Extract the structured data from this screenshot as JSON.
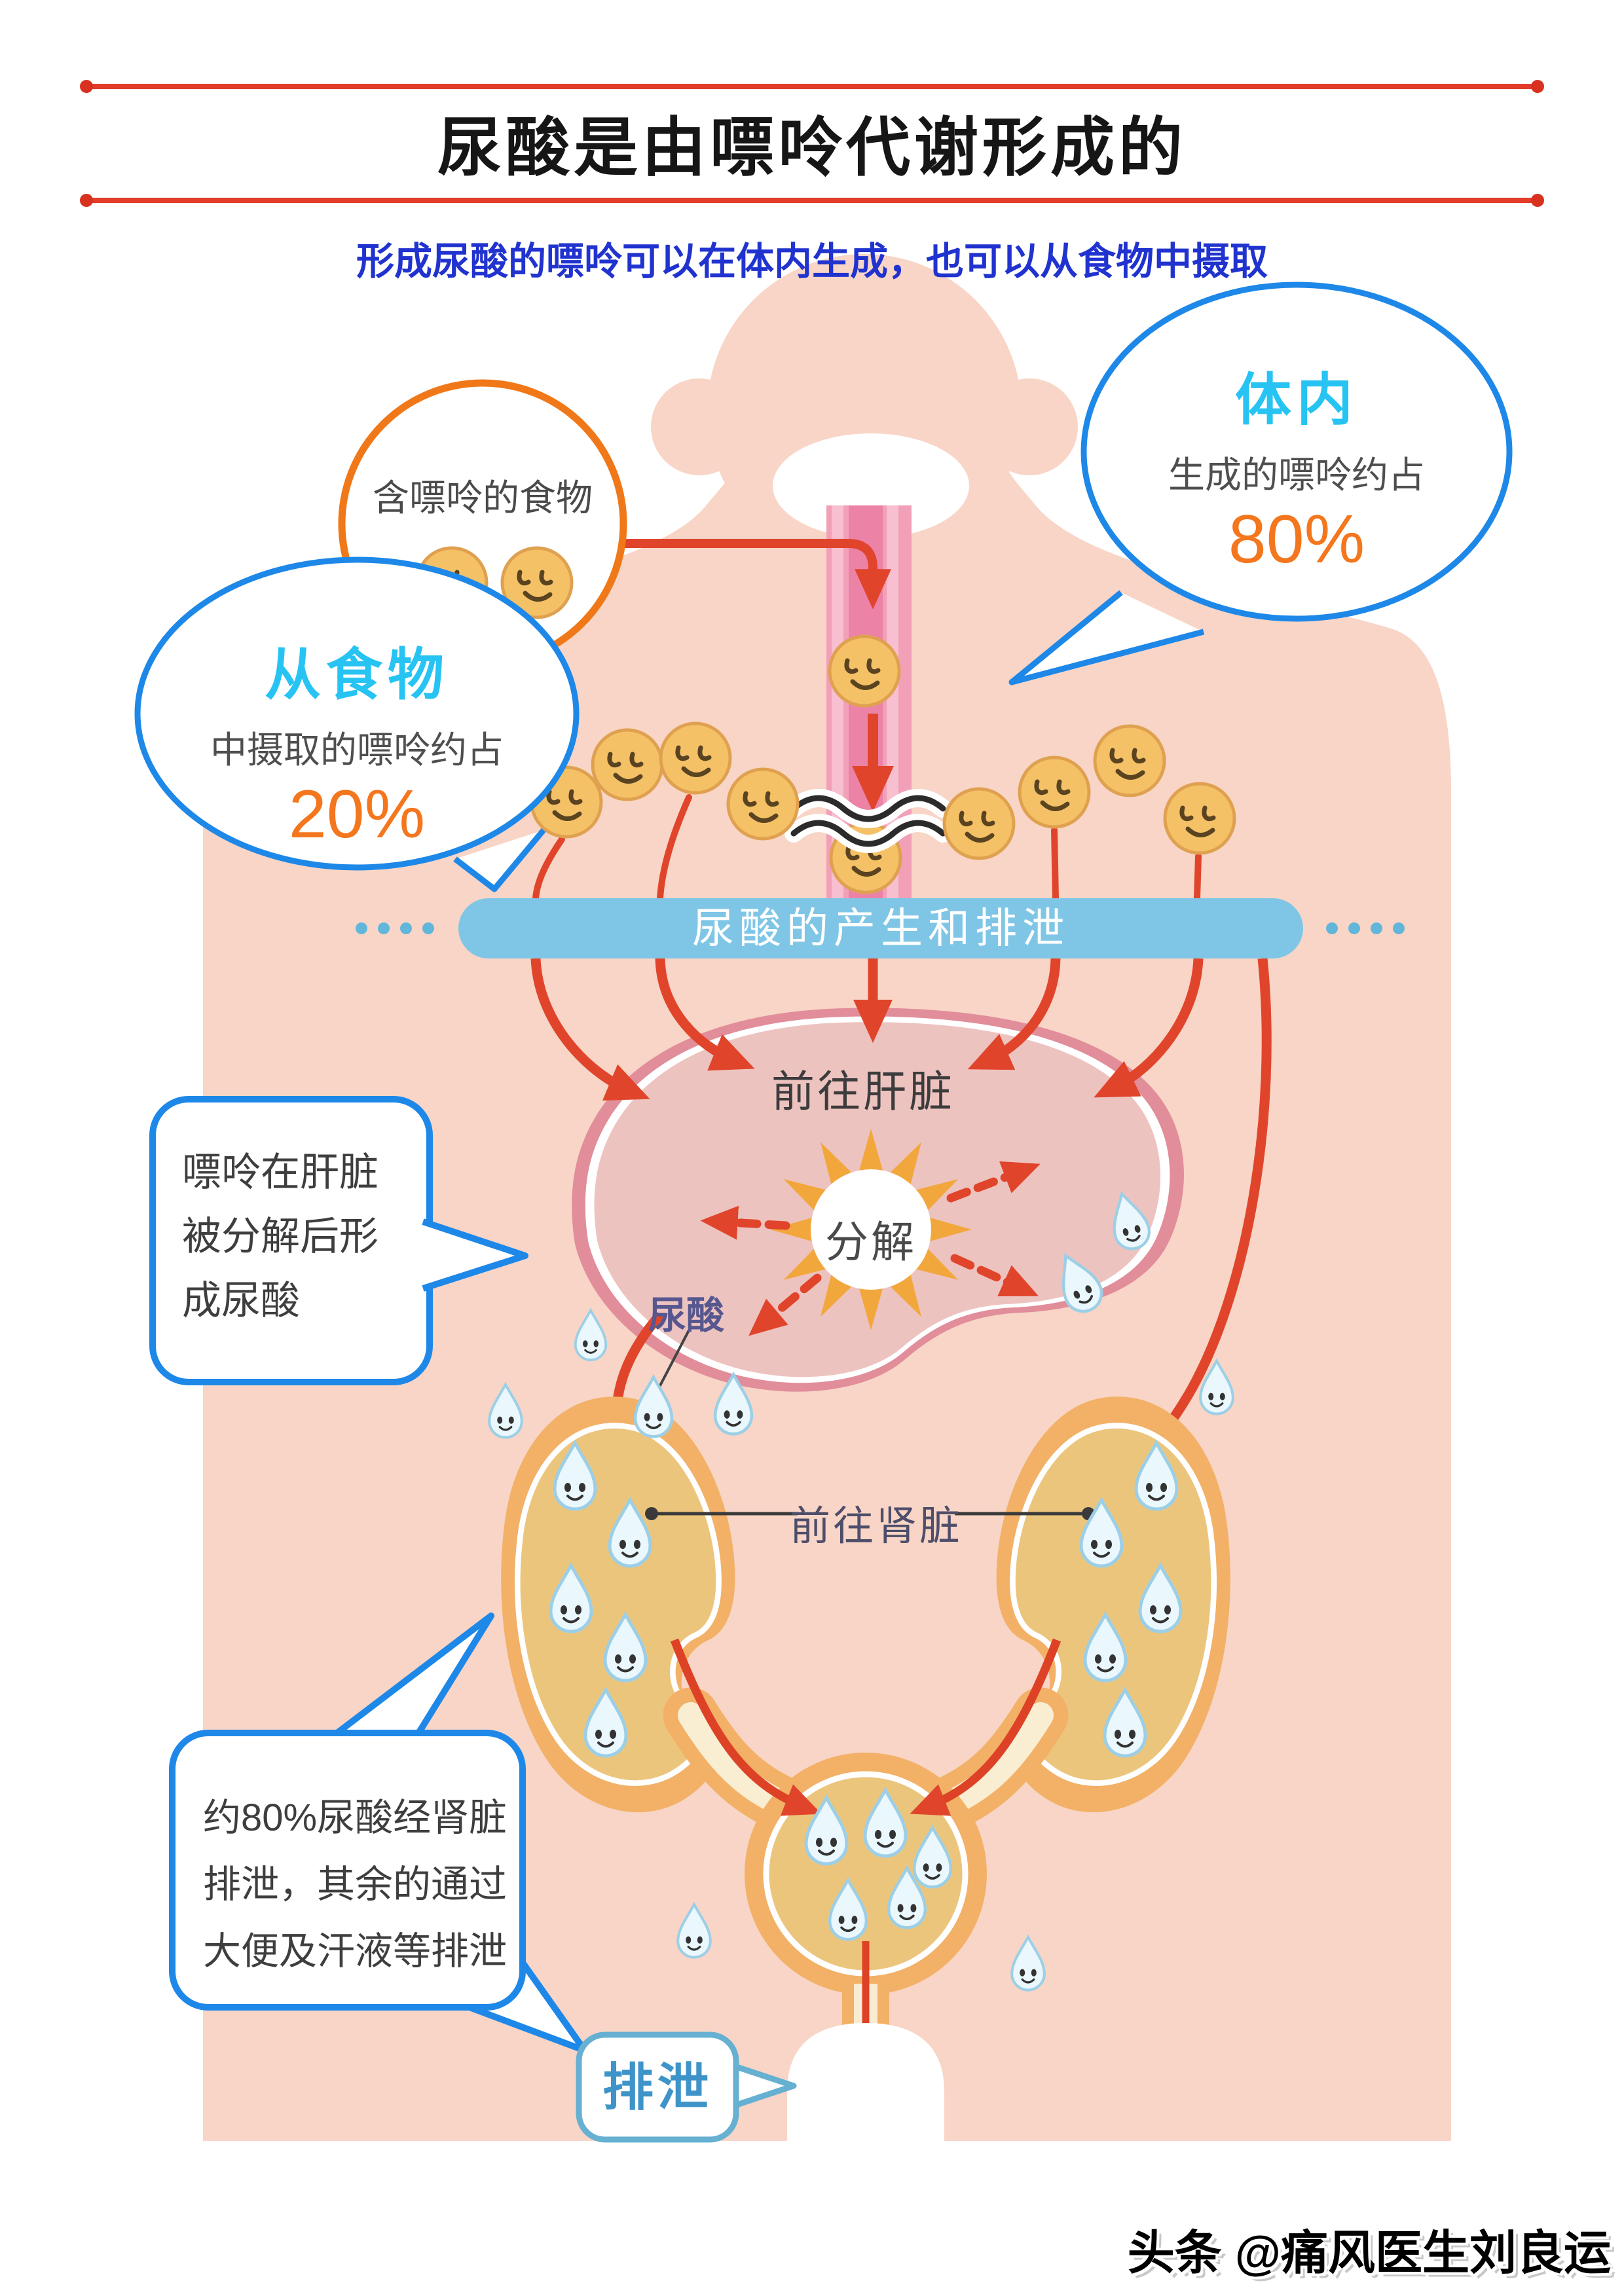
{
  "page": {
    "title": "尿酸是由嘌呤代谢形成的",
    "subtitle": "形成尿酸的嘌呤可以在体内生成，也可以从食物中摄取",
    "watermark": "头条 @痛风医生刘良运"
  },
  "food_circle": {
    "label": "含嘌呤的食物"
  },
  "bubbles": {
    "internal": {
      "head": "体内",
      "line": "生成的嘌呤约占",
      "pct": "80%"
    },
    "from_food": {
      "head": "从食物",
      "line": "中摄取的嘌呤约占",
      "pct": "20%"
    }
  },
  "banner": {
    "label": "尿酸的产生和排泄"
  },
  "organs": {
    "liver_label": "前往肝脏",
    "breakdown_label": "分解",
    "uric_acid_label": "尿酸",
    "kidney_label": "前往肾脏",
    "excrete_label": "排泄"
  },
  "notes": {
    "liver_note": {
      "lines": [
        "嘌呤在肝脏",
        "被分解后形",
        "成尿酸"
      ]
    },
    "excretion_note": {
      "lines": [
        "约80%尿酸经肾脏",
        "排泄，其余的通过",
        "大便及汗液等排泄"
      ]
    }
  },
  "colors": {
    "rule_red": "#e23c2a",
    "subtitle_blue": "#2133cf",
    "cyan": "#26c3f3",
    "orange_pct": "#f4761d",
    "arrow_red": "#e0452c",
    "banner_blue": "#7fc6e6",
    "blue_border": "#1e88e8",
    "body_pink": "#f8d5c6",
    "liver_fill": "#edc3c0",
    "organ_orange": "#f2b167"
  }
}
